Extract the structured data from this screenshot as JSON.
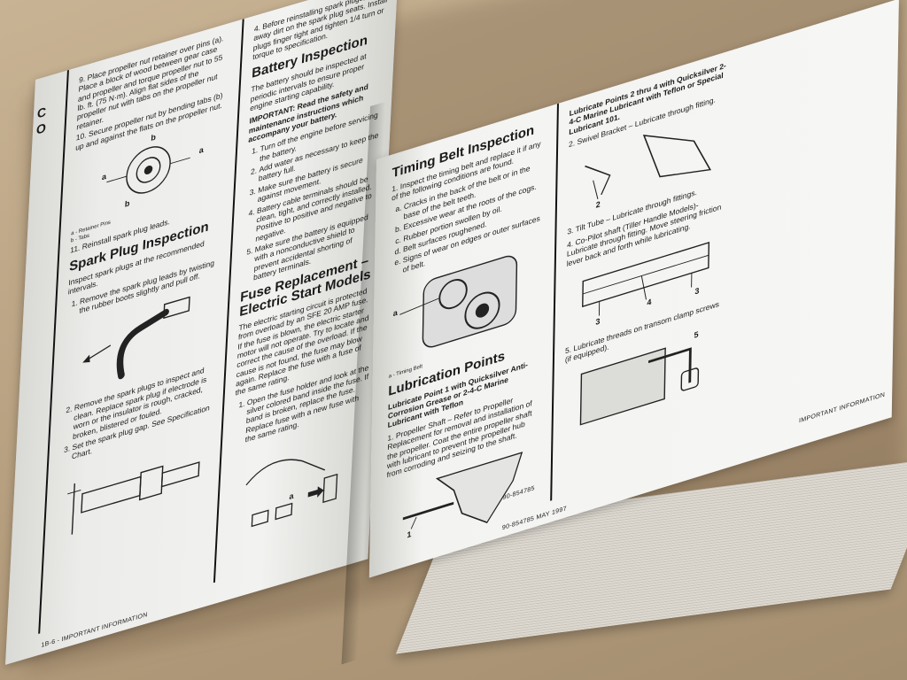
{
  "left_page": {
    "margin_letters": [
      "C",
      "O"
    ],
    "top_steps": [
      "Place propeller nut retainer over pins (a). Place a block of wood between gear case and propeller and torque propeller nut to 55 lb. ft. (75 N·m). Align flat sides of the propeller nut with tabs on the propeller nut retainer.",
      "Secure propeller nut by bending tabs (b) up and against the flats on the propeller nut."
    ],
    "top_step_numbers": [
      "9.",
      "10."
    ],
    "fig1_labels": [
      "a",
      "a",
      "b",
      "b"
    ],
    "fig1_captions": [
      "a - Retainer Pins",
      "b - Tabs"
    ],
    "step11_number": "11.",
    "step11": "Reinstall spark plug leads.",
    "spark_title": "Spark Plug Inspection",
    "spark_intro": "Inspect spark plugs at the recommended intervals.",
    "spark_steps": [
      "Remove the spark plug leads by twisting the rubber boots slightly and pull off.",
      "Remove the spark plugs to inspect and clean. Replace spark plug if electrode is worn or the insulator is rough, cracked, broken, blistered or fouled.",
      "Set the spark plug gap. See Specification Chart."
    ],
    "battery_title": "Battery Inspection",
    "battery_step4_number": "4.",
    "battery_step4": "Before reinstalling spark plugs, clean away dirt on the spark plug seats. Install plugs finger tight and tighten 1/4 turn or torque to specification.",
    "battery_intro": "The battery should be inspected at periodic intervals to ensure proper engine starting capability.",
    "battery_important": "IMPORTANT: Read the safety and maintenance instructions which accompany your battery.",
    "battery_steps": [
      "Turn off the engine before servicing the battery.",
      "Add water as necessary to keep the battery full.",
      "Make sure the battery is secure against movement.",
      "Battery cable terminals should be clean, tight, and correctly installed. Positive to positive and negative to negative.",
      "Make sure the battery is equipped with a nonconductive shield to prevent accidental shorting of battery terminals."
    ],
    "fuse_title": "Fuse Replacement – Electric Start Models",
    "fuse_intro": "The electric starting circuit is protected from overload by an SFE 20 AMP fuse. If the fuse is blown, the electric starter motor will not operate. Try to locate and correct the cause of the overload. If the cause is not found, the fuse may blow again. Replace the fuse with a fuse of the same rating.",
    "fuse_steps": [
      "Open the fuse holder and look at the silver colored band inside the fuse. If band is broken, replace the fuse. Replace fuse with a new fuse with the same rating."
    ],
    "fig_fuse_label": "a",
    "footer": "1B-6 - IMPORTANT INFORMATION"
  },
  "right_page": {
    "timing_title": "Timing Belt Inspection",
    "timing_step1_number": "1.",
    "timing_step1": "Inspect the timing belt and replace it if any of the following conditions are found.",
    "timing_items": [
      "Cracks in the back of the belt or in the base of the belt teeth.",
      "Excessive wear at the roots of the cogs.",
      "Rubber portion swollen by oil.",
      "Belt surfaces roughened.",
      "Signs of wear on edges or outer surfaces of belt."
    ],
    "fig_belt_label": "a",
    "fig_belt_caption": "a - Timing Belt",
    "lube_title": "Lubrication Points",
    "lube_point1_heading": "Lubricate Point 1 with Quicksilver Anti-Corrosion Grease or 2-4-C Marine Lubricant with Teflon",
    "lube_step1_number": "1.",
    "lube_step1": "Propeller Shaft – Refer to Propeller Replacement for removal and installation of the propeller. Coat the entire propeller shaft with lubricant to prevent the propeller hub from corroding and seizing to the shaft.",
    "fig_prop_label": "1",
    "col3_heading": "Lubricate Points 2 thru 4 with Quicksilver 2-4-C Marine Lubricant with Teflon or Special Lubricant 101.",
    "col3_steps": [
      {
        "num": "2.",
        "text": "Swivel Bracket – Lubricate through fitting."
      },
      {
        "num": "3.",
        "text": "Tilt Tube – Lubricate through fittings."
      },
      {
        "num": "4.",
        "text": "Co-Pilot shaft (Tiller Handle Models)-Lubricate through fitting. Move steering friction lever back and forth while lubricating."
      },
      {
        "num": "5.",
        "text": "Lubricate threads on transom clamp screws (if equipped)."
      }
    ],
    "fig_swivel_label": "2",
    "fig_tilt_labels": [
      "3",
      "4",
      "3"
    ],
    "fig_clamp_label": "5",
    "footer_part": "90-854785  MAY 1997",
    "footer_part_left": "90-854785",
    "footer_section": "IMPORTANT INFORMATION"
  }
}
